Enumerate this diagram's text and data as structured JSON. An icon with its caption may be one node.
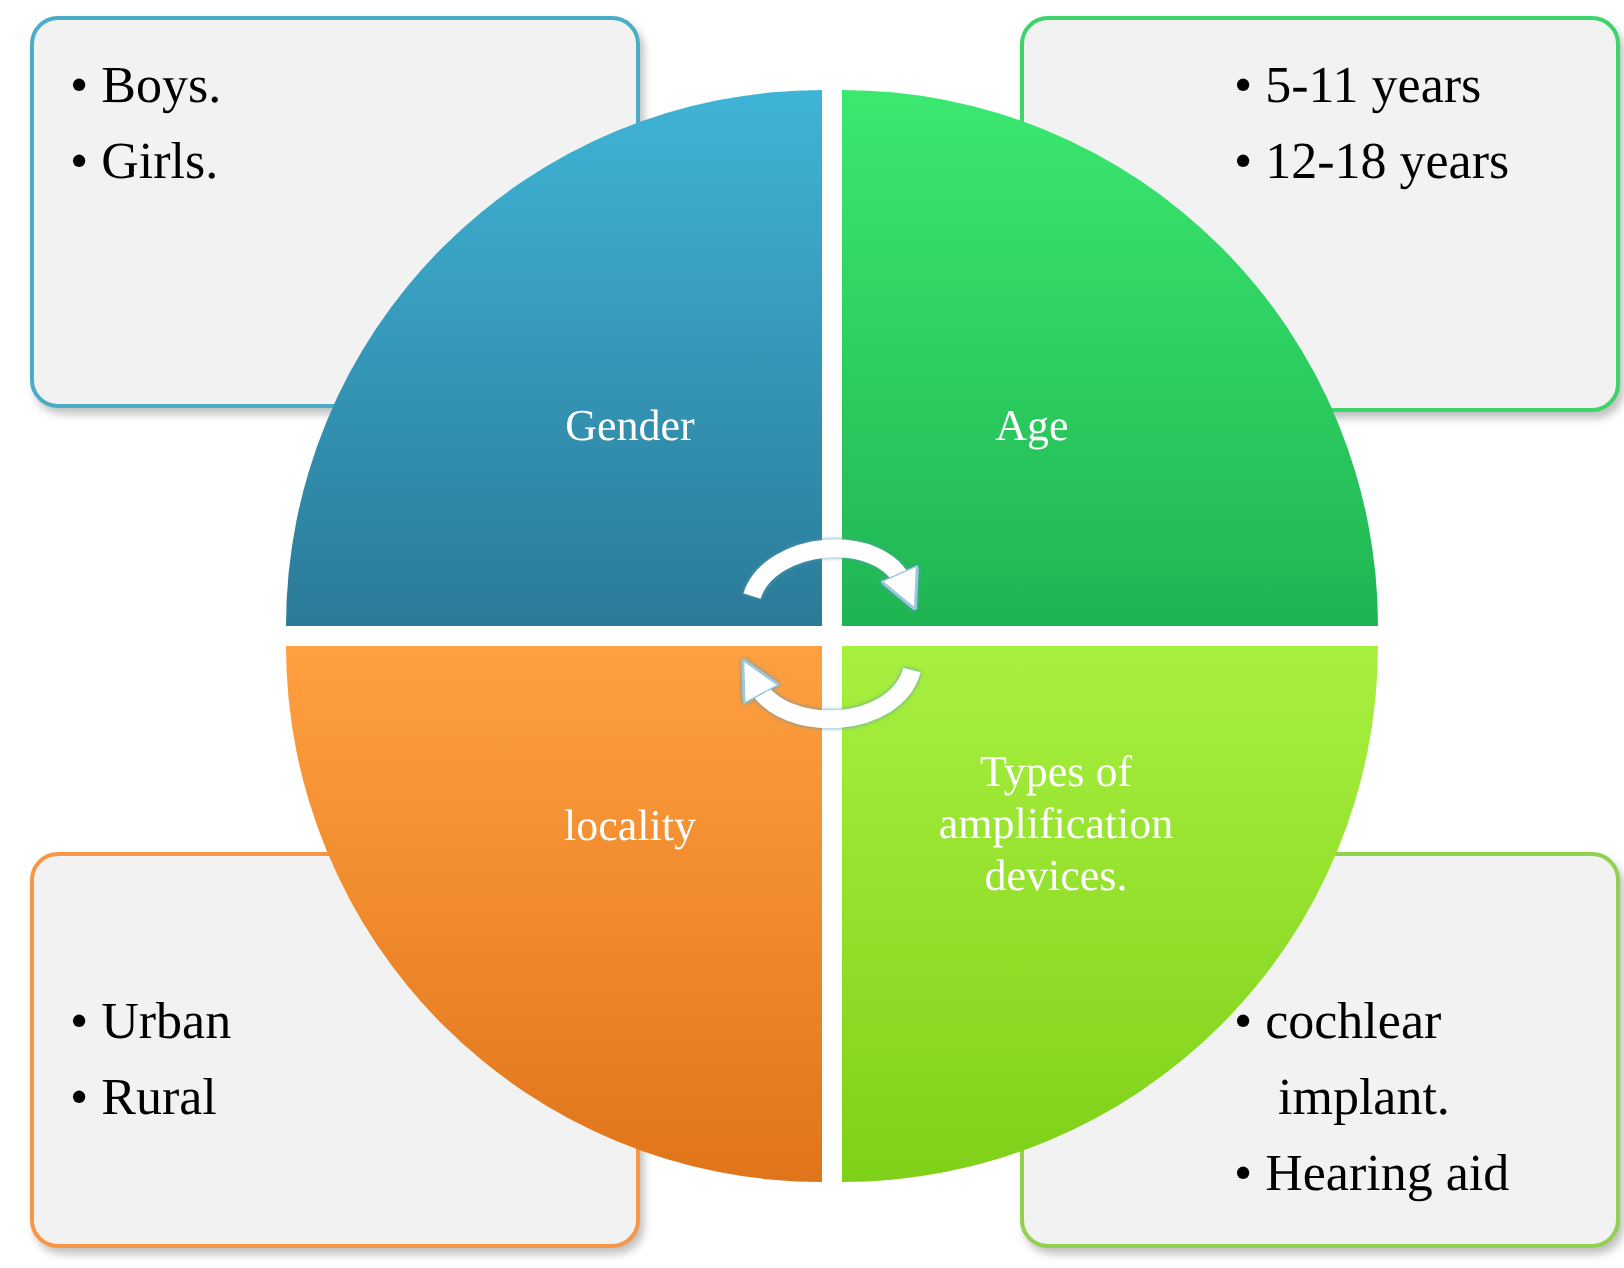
{
  "diagram": {
    "nodes": [
      {
        "text": [
          "• Boys.",
          "• Girls."
        ]
      },
      {
        "text": [
          "• 5-11 years",
          "• 12-18 years"
        ]
      },
      {
        "text": [
          "Gender"
        ]
      },
      {
        "text": [
          "Age"
        ]
      },
      {
        "text": [
          "locality"
        ]
      },
      {
        "text": [
          "Types of amplification devices."
        ]
      },
      {
        "text": [
          "• Urban",
          "• Rural"
        ]
      },
      {
        "text": [
          "• cochlear implant.",
          "• Hearing aid"
        ]
      }
    ],
    "edges": [
      {
        "from": 2,
        "to": 3,
        "arrow": "to"
      },
      {
        "from": 5,
        "to": 4,
        "arrow": "to"
      }
    ]
  }
}
